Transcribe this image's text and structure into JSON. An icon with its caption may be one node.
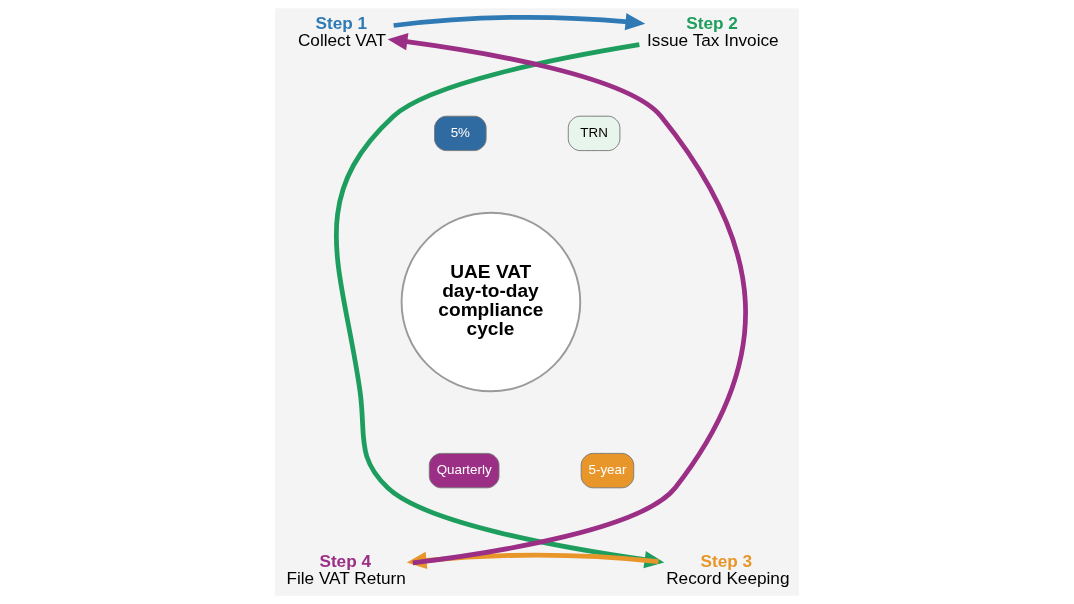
{
  "diagram": {
    "nodes": [
      {
        "text": [
          "UAE VAT day-to-day compliance cycle"
        ]
      },
      {
        "text": [
          "Step 1",
          "Collect VAT"
        ]
      },
      {
        "text": [
          "Step 2",
          "Issue Tax Invoice"
        ]
      },
      {
        "text": [
          "Step 3",
          "Record Keeping"
        ]
      },
      {
        "text": [
          "Step 4",
          "File VAT Return"
        ]
      }
    ],
    "edges": [
      {
        "from": 1,
        "to": 2,
        "arrow": "to",
        "color": "#2f7ab5"
      },
      {
        "from": 2,
        "to": 3,
        "arrow": "to",
        "color": "#1e9e5e"
      },
      {
        "from": 3,
        "to": 4,
        "arrow": "to",
        "color": "#e8962a"
      },
      {
        "from": 4,
        "to": 1,
        "arrow": "to",
        "color": "#9b2f86"
      }
    ],
    "labels": [
      "5%",
      "TRN",
      "5-year",
      "Quarterly"
    ]
  }
}
